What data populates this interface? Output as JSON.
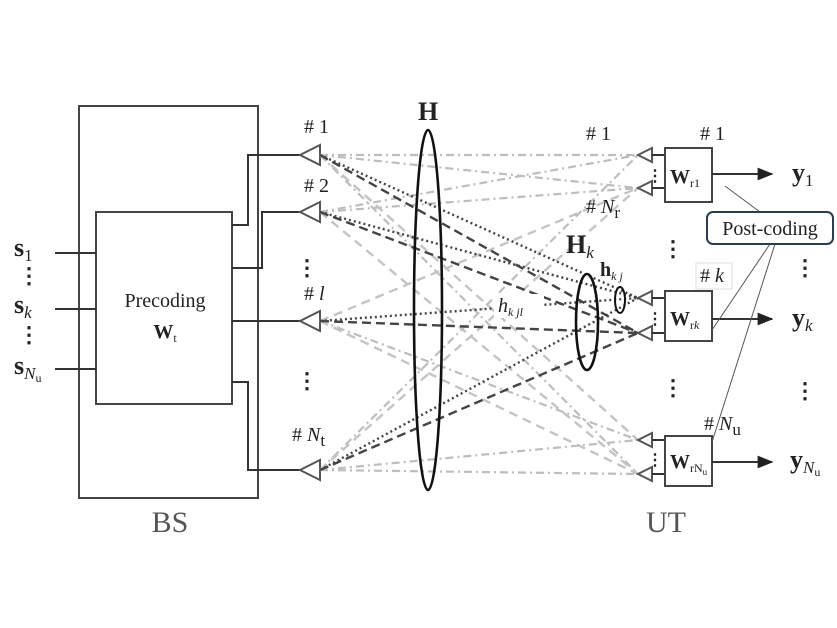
{
  "labels": {
    "bs": "BS",
    "ut": "UT",
    "precoding_line1": "Precoding",
    "precoding_W": "W",
    "precoding_sub": "t",
    "channel_H": "H",
    "channel_Hk_main": "H",
    "channel_Hk_sub": "k",
    "h_kj_main": "h",
    "h_kj_sub": "k j",
    "h_kjl_main": "h",
    "h_kjl_sub": "k jl",
    "post_coding": "Post-coding"
  },
  "inputs": [
    {
      "main": "s",
      "sub": "1"
    },
    {
      "main": "s",
      "sub": "k"
    },
    {
      "main": "s",
      "sub": "N",
      "subsub": "u"
    }
  ],
  "tx_antennas": [
    {
      "prefix": "# ",
      "main": "1",
      "sub": ""
    },
    {
      "prefix": "# ",
      "main": "2",
      "sub": ""
    },
    {
      "prefix": "# ",
      "main": "l",
      "sub": ""
    },
    {
      "prefix": "# ",
      "main": "N",
      "sub": "t"
    }
  ],
  "rx_labels": [
    {
      "prefix": "# ",
      "main": "1",
      "sub": ""
    },
    {
      "prefix": "# ",
      "main": "N",
      "sub": "r"
    }
  ],
  "users": [
    {
      "prefix": "# ",
      "main": "1",
      "sub": "",
      "w_main": "W",
      "w_sub": "r1",
      "w_subsub": "",
      "y_main": "y",
      "y_sub": "1",
      "y_subsub": ""
    },
    {
      "prefix": "# ",
      "main": "k",
      "sub": "",
      "w_main": "W",
      "w_sub": "r",
      "w_subk": "k",
      "w_subsub": "",
      "y_main": "y",
      "y_sub": "k",
      "y_subsub": ""
    },
    {
      "prefix": "# ",
      "main": "N",
      "sub": "u",
      "w_main": "W",
      "w_sub": "rN",
      "w_subsub": "u",
      "y_main": "y",
      "y_sub": "N",
      "y_subsub": "u"
    }
  ]
}
